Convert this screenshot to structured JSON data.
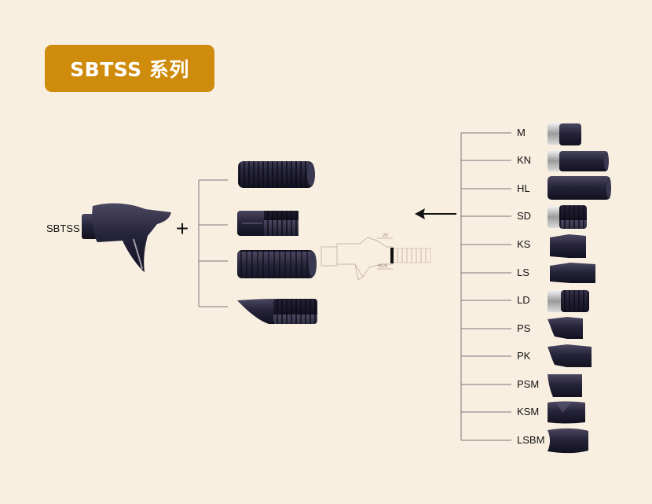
{
  "header": {
    "title": "SBTSS 系列"
  },
  "main": {
    "product_label": "SBTSS",
    "plus_symbol": "+",
    "arrow_icon": "arrow-left-icon"
  },
  "diagram": {
    "dimension_labels": [
      "26",
      "W26"
    ],
    "options": [
      "M",
      "KN",
      "HL",
      "SD",
      "KS",
      "LS",
      "LD",
      "PS",
      "PK",
      "PSM",
      "KSM",
      "LSBM"
    ]
  }
}
